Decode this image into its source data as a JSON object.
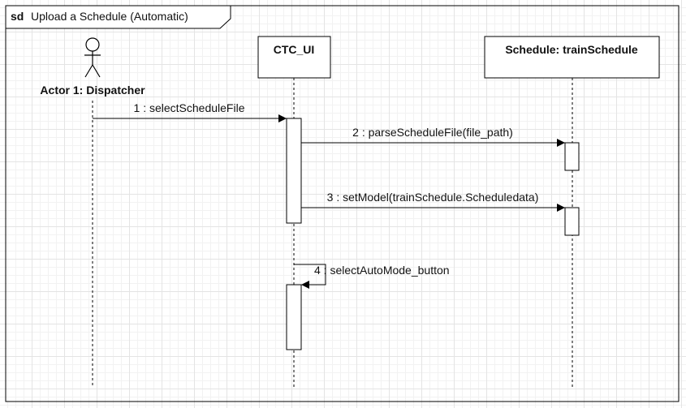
{
  "frame": {
    "keyword": "sd",
    "title": "Upload a Schedule (Automatic)"
  },
  "participants": {
    "actor": {
      "name": "Actor 1: Dispatcher"
    },
    "ui": {
      "name": "CTC_UI"
    },
    "schedule": {
      "name": "Schedule: trainSchedule"
    }
  },
  "messages": [
    {
      "label": "1 : selectScheduleFile"
    },
    {
      "label": "2 : parseScheduleFile(file_path)"
    },
    {
      "label": "3 : setModel(trainSchedule.Scheduledata)"
    },
    {
      "label": "4 : selectAutoMode_button"
    }
  ],
  "colors": {
    "line": "#000000",
    "background": "#ffffff",
    "grid": "#e4e4e4"
  }
}
